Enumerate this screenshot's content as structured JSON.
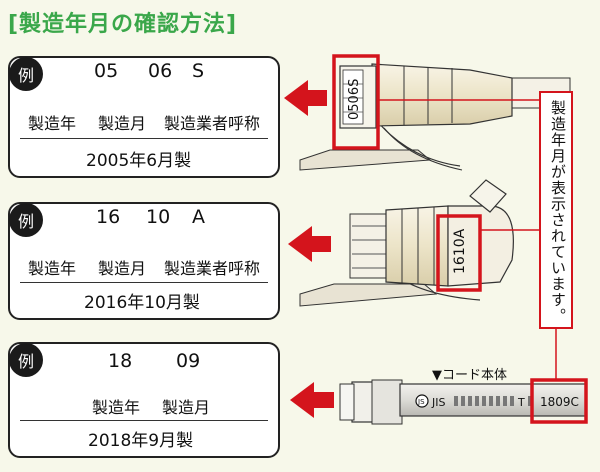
{
  "title": "[製造年月の確認方法]",
  "examples": [
    {
      "badge": "例",
      "codes": [
        "05",
        "06",
        "S"
      ],
      "labels": [
        "製造年",
        "製造月",
        "製造業者呼称"
      ],
      "result": "2005年6月製",
      "plug_code": "0506S"
    },
    {
      "badge": "例",
      "codes": [
        "16",
        "10",
        "A"
      ],
      "labels": [
        "製造年",
        "製造月",
        "製造業者呼称"
      ],
      "result": "2016年10月製",
      "plug_code": "1610A"
    },
    {
      "badge": "例",
      "codes": [
        "18",
        "09"
      ],
      "labels": [
        "製造年",
        "製造月"
      ],
      "result": "2018年9月製",
      "cord_code": "1809C"
    }
  ],
  "side_note": "製造年月が表示されています。",
  "cord_label": "▼コード本体",
  "cord_text": {
    "jis": "JIS",
    "t": "T"
  },
  "colors": {
    "title_green": "#3aa74a",
    "highlight_red": "#d4141c",
    "background": "#f7f8ea",
    "plug_body": "#ede7cf",
    "plug_dark": "#c9bf9c"
  },
  "icons": [
    "jis-mark-icon",
    "arrow-left-icon"
  ]
}
